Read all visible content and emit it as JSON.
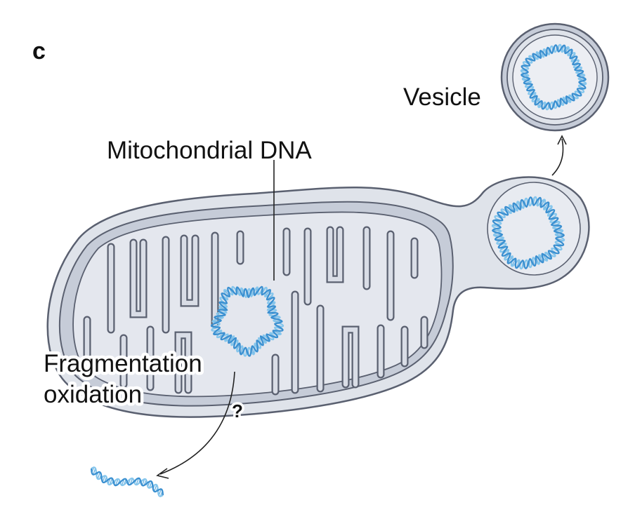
{
  "panel_label": "c",
  "labels": {
    "mitochondrial_dna": "Mitochondrial DNA",
    "vesicle": "Vesicle",
    "fragmentation": "Fragmentation",
    "oxidation": "oxidation",
    "question_mark": "?"
  },
  "colors": {
    "membrane_outline": "#5a6070",
    "outer_membrane": "#dfe3ea",
    "inner_membrane": "#c6ccd8",
    "matrix": "#e4e7ee",
    "dna_strand_dark": "#3a8fd0",
    "dna_strand_light": "#86c6ec"
  }
}
